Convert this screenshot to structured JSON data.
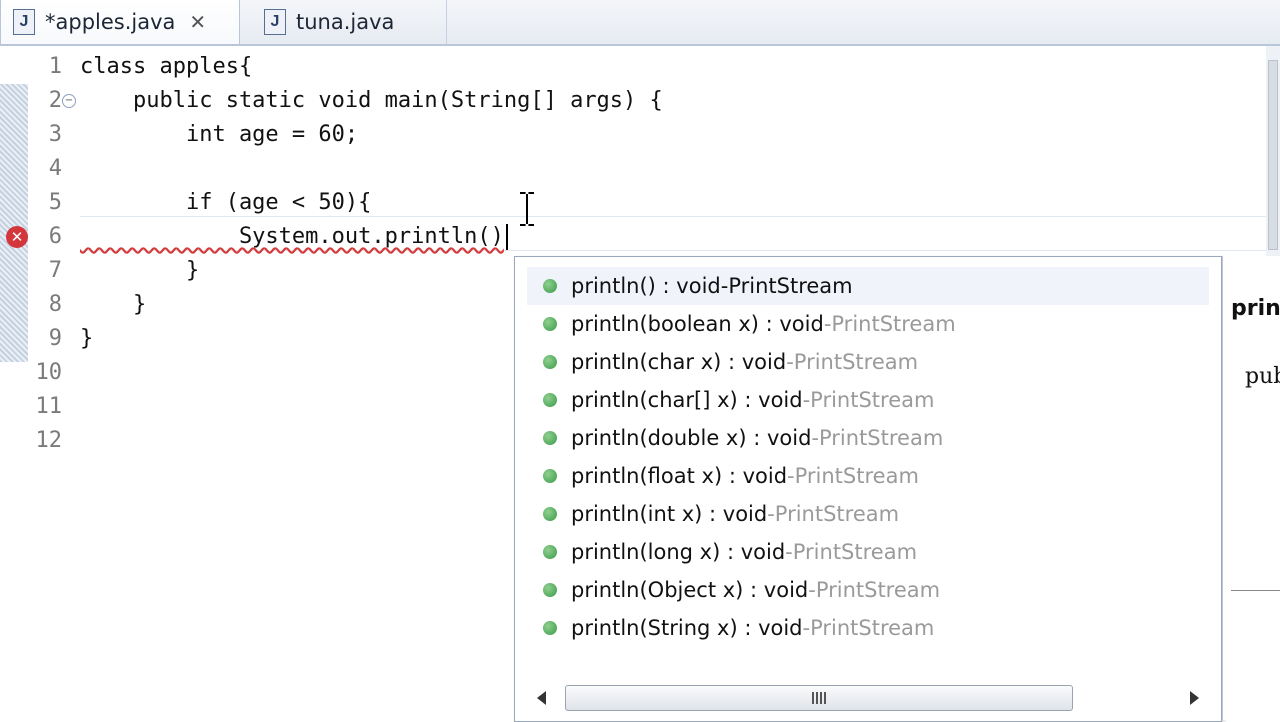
{
  "tabs": [
    {
      "label": "*apples.java",
      "icon": "java-file-icon",
      "active": true
    },
    {
      "label": "tuna.java",
      "icon": "java-file-icon",
      "active": false
    }
  ],
  "tab_close_glyph": "✕",
  "java_icon_letter": "J",
  "code_lines": [
    {
      "num": "1",
      "text": "class apples{"
    },
    {
      "num": "2",
      "text": "    public static void main(String[] args) {"
    },
    {
      "num": "3",
      "text": "        int age = 60;"
    },
    {
      "num": "4",
      "text": ""
    },
    {
      "num": "5",
      "text": "        if (age < 50){"
    },
    {
      "num": "6",
      "text": "            System.out.println()"
    },
    {
      "num": "7",
      "text": "        }"
    },
    {
      "num": "8",
      "text": "    }"
    },
    {
      "num": "9",
      "text": "}"
    },
    {
      "num": "10",
      "text": ""
    },
    {
      "num": "11",
      "text": ""
    },
    {
      "num": "12",
      "text": ""
    }
  ],
  "error_line": "6",
  "completion": {
    "items": [
      {
        "method": "println() : void",
        "sep": " - ",
        "owner": "PrintStream"
      },
      {
        "method": "println(boolean x) : void",
        "sep": " - ",
        "owner": "PrintStream"
      },
      {
        "method": "println(char x) : void",
        "sep": " - ",
        "owner": "PrintStream"
      },
      {
        "method": "println(char[] x) : void",
        "sep": " - ",
        "owner": "PrintStream"
      },
      {
        "method": "println(double x) : void",
        "sep": " - ",
        "owner": "PrintStream"
      },
      {
        "method": "println(float x) : void",
        "sep": " - ",
        "owner": "PrintStream"
      },
      {
        "method": "println(int x) : void",
        "sep": " - ",
        "owner": "PrintStream"
      },
      {
        "method": "println(long x) : void",
        "sep": " - ",
        "owner": "PrintStream"
      },
      {
        "method": "println(Object x) : void",
        "sep": " - ",
        "owner": "PrintStream"
      },
      {
        "method": "println(String x) : void",
        "sep": " - ",
        "owner": "PrintStream"
      }
    ],
    "selected_index": 0
  },
  "docs": {
    "title": "print",
    "signature": "pub"
  },
  "colors": {
    "error": "#d4373b",
    "method_icon": "#3a9a48",
    "tab_border": "#b9c6d9"
  }
}
